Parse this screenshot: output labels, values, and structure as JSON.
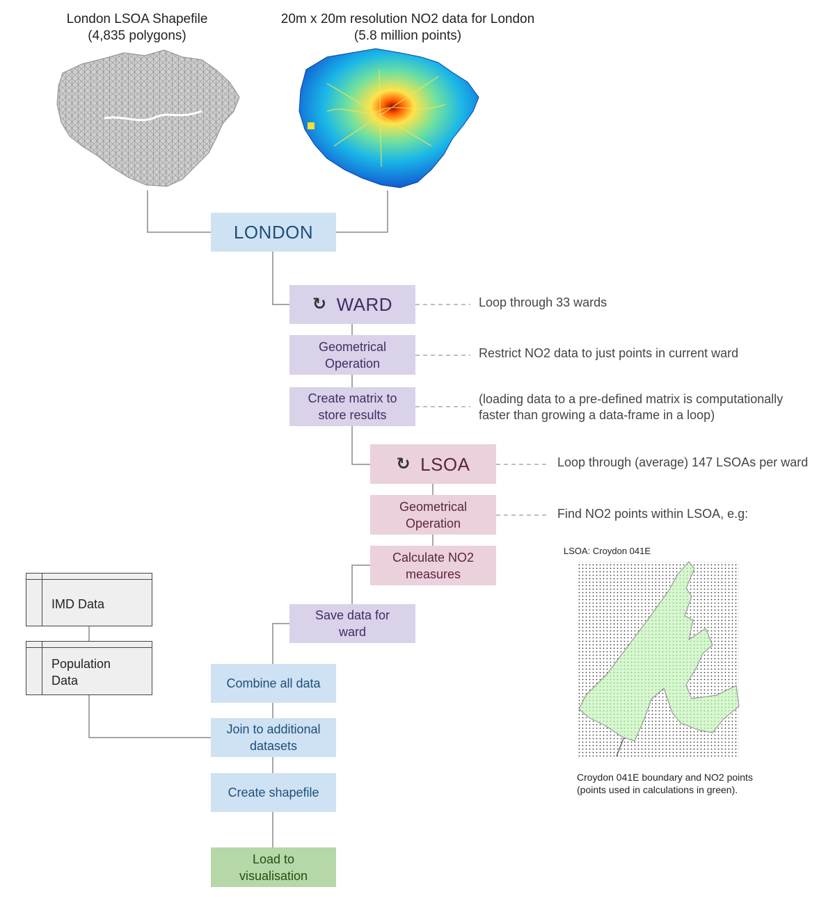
{
  "top": {
    "lsoa_map_title": "London LSOA Shapefile",
    "lsoa_map_subtitle": "(4,835 polygons)",
    "no2_map_title": "20m x 20m resolution NO2 data for London",
    "no2_map_subtitle": "(5.8 million points)"
  },
  "flow": {
    "london": "LONDON",
    "ward": "WARD",
    "ward_geom": "Geometrical Operation",
    "create_matrix": "Create matrix to store results",
    "lsoa": "LSOA",
    "lsoa_geom": "Geometrical Operation",
    "calc_no2": "Calculate NO2 measures",
    "save_ward": "Save data for ward",
    "combine": "Combine all data",
    "join": "Join to additional datasets",
    "create_shapefile": "Create shapefile",
    "load_vis": "Load to visualisation"
  },
  "notes": {
    "ward_loop": "Loop through 33 wards",
    "restrict": "Restrict NO2 data to just points in current ward",
    "matrix_line1": "(loading data to a pre-defined matrix is computationally",
    "matrix_line2": "faster than growing a data-frame in a loop)",
    "lsoa_loop": "Loop through (average) 147 LSOAs per ward",
    "find_points": "Find NO2 points within LSOA, e.g:"
  },
  "datasets": {
    "imd": "IMD Data",
    "pop_line1": "Population",
    "pop_line2": "Data"
  },
  "inset": {
    "title": "LSOA: Croydon 041E",
    "caption_line1": "Croydon 041E boundary and NO2 points",
    "caption_line2": "(points used in calculations in green)."
  },
  "icons": {
    "loop": "refresh-icon"
  },
  "colors": {
    "blue": "#cfe2f3",
    "purple": "#d9d2e9",
    "pink": "#ead1dc",
    "green": "#b6d7a8",
    "map_grey": "#cfcfcf",
    "inset_fill": "#d9f7d2"
  }
}
